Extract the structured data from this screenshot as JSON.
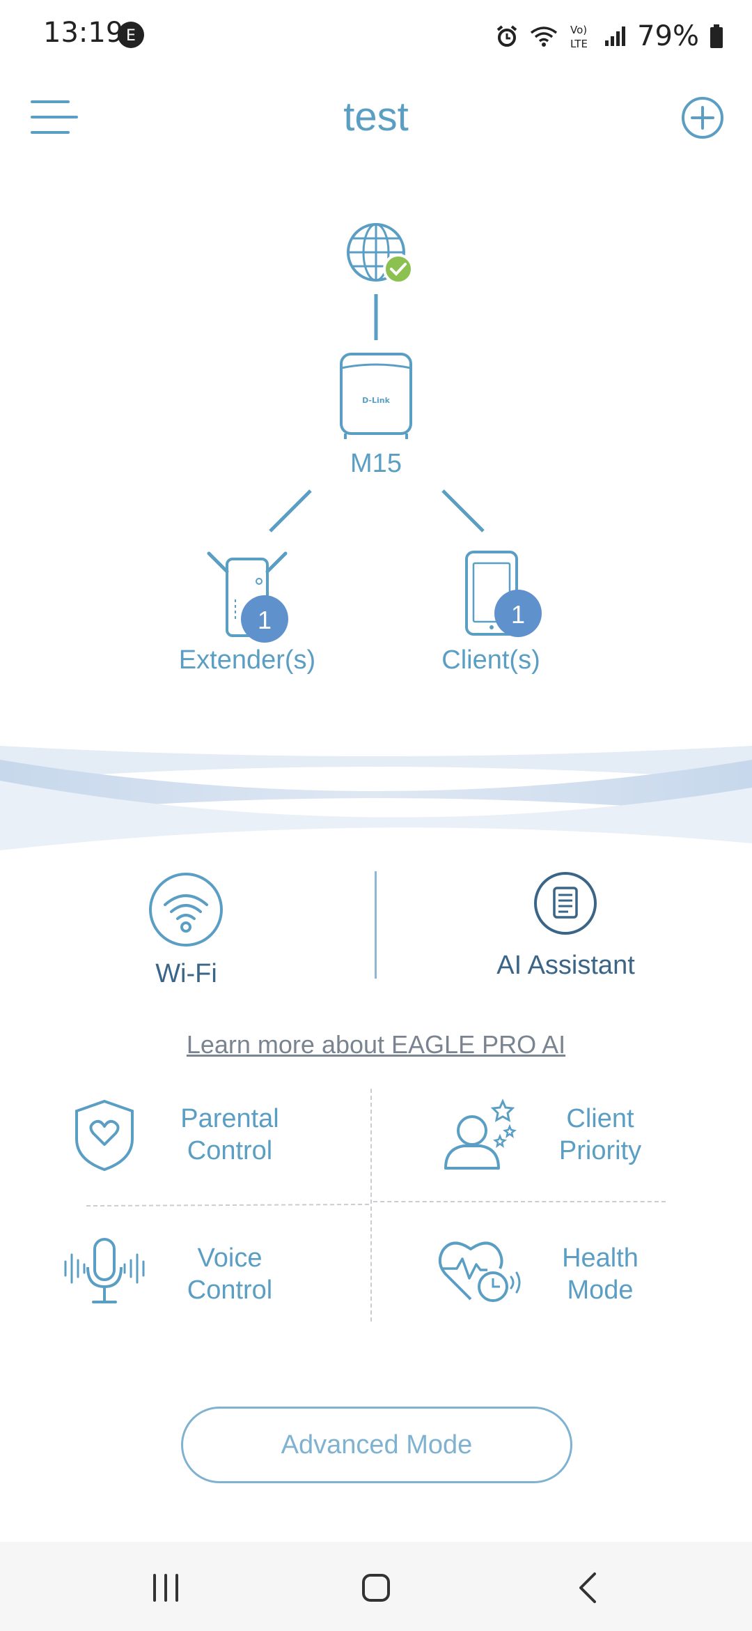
{
  "status": {
    "time": "13:19",
    "battery": "79%"
  },
  "header": {
    "title": "test"
  },
  "topology": {
    "router_label": "M15",
    "router_brand": "D-Link",
    "extenders": {
      "label": "Extender(s)",
      "count": "1"
    },
    "clients": {
      "label": "Client(s)",
      "count": "1"
    }
  },
  "features": {
    "wifi_label": "Wi-Fi",
    "ai_label": "AI Assistant",
    "learn_more": "Learn more about EAGLE PRO AI"
  },
  "grid": {
    "parental_line1": "Parental",
    "parental_line2": "Control",
    "priority_line1": "Client",
    "priority_line2": "Priority",
    "voice_line1": "Voice",
    "voice_line2": "Control",
    "health_line1": "Health",
    "health_line2": "Mode"
  },
  "advanced_button": "Advanced Mode",
  "colors": {
    "accent": "#5b9ec4",
    "badge": "#5f91cc",
    "check": "#8cc152"
  }
}
